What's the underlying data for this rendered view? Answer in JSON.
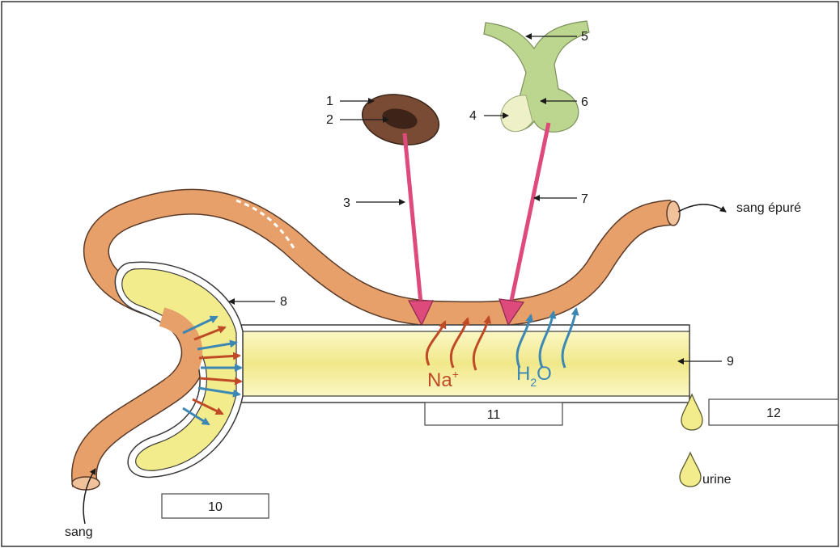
{
  "diagram": {
    "number_labels": [
      "1",
      "2",
      "3",
      "4",
      "5",
      "6",
      "7",
      "8",
      "9"
    ],
    "text_labels": {
      "clean_blood": "sang épuré",
      "blood": "sang",
      "urine": "urine"
    },
    "ions": {
      "sodium": "Na",
      "sodium_charge": "+",
      "water_h": "H",
      "water_sub": "2",
      "water_o": "O"
    },
    "boxes": [
      "10",
      "11",
      "12"
    ],
    "colors": {
      "vessel": "#e8a06a",
      "vessel_outline": "#5a3a28",
      "tubule": "#f3ec8c",
      "gland_top": "#bcd58f",
      "gland_lobe": "#eef1c8",
      "hormone_arrow": "#de4a7c",
      "sodium_arrow": "#bf4a26",
      "water_arrow": "#3c87b4",
      "cell": "#7a4b34"
    }
  }
}
